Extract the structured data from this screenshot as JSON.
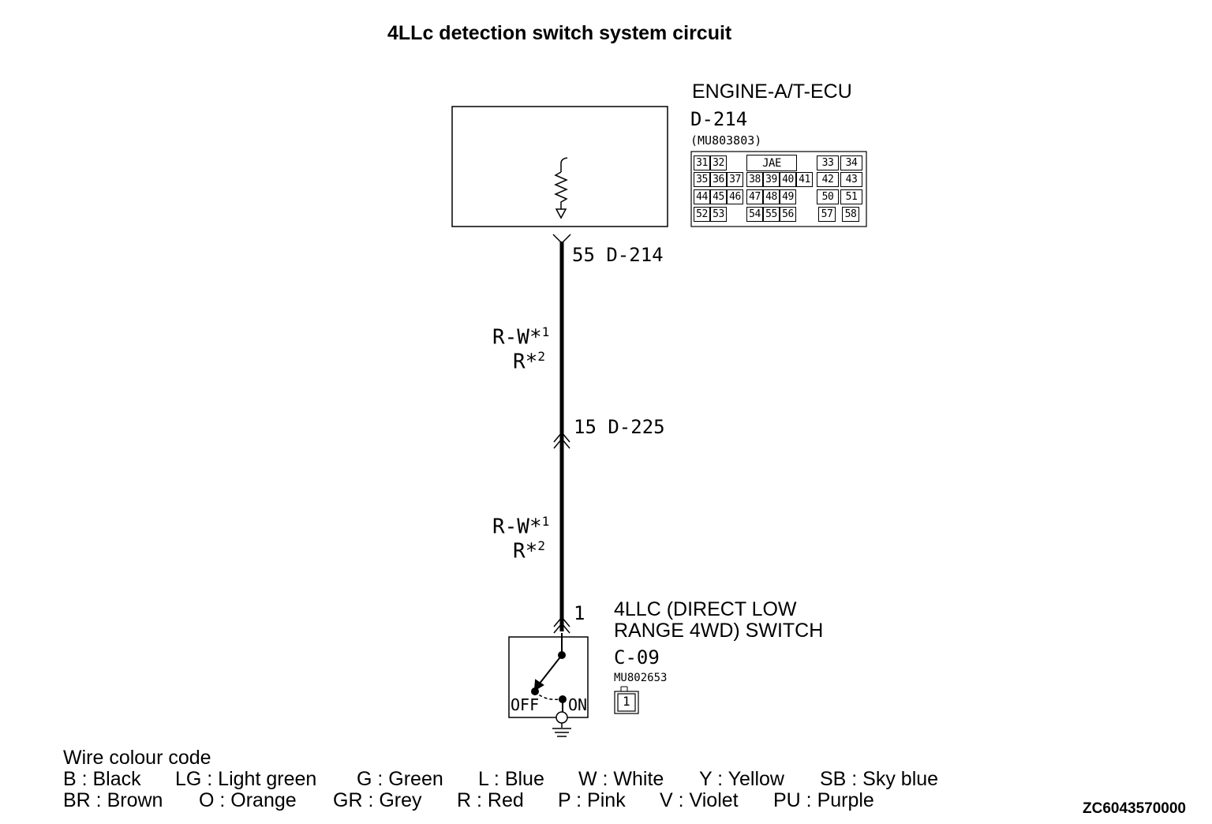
{
  "title": "4LLc detection switch system circuit",
  "ecu": {
    "name": "ENGINE-A/T-ECU",
    "connector": "D-214",
    "part_number": "(MU803803)",
    "maker": "JAE",
    "pins_row1": [
      "31",
      "32",
      "33",
      "34"
    ],
    "pins_row2": [
      "35",
      "36",
      "37",
      "38",
      "39",
      "40",
      "41",
      "42",
      "43"
    ],
    "pins_row3": [
      "44",
      "45",
      "46",
      "47",
      "48",
      "49",
      "50",
      "51"
    ],
    "pins_row4": [
      "52",
      "53",
      "54",
      "55",
      "56",
      "57",
      "58"
    ]
  },
  "terminals": {
    "ecu_terminal": "55 D-214",
    "junction_terminal": "15 D-225",
    "switch_terminal": "1"
  },
  "wire_upper": {
    "line1": "R-W*",
    "sup1": "1",
    "line2": "R*",
    "sup2": "2"
  },
  "wire_lower": {
    "line1": "R-W*",
    "sup1": "1",
    "line2": "R*",
    "sup2": "2"
  },
  "switch": {
    "name_line1": "4LLC (DIRECT LOW",
    "name_line2": "RANGE 4WD) SWITCH",
    "connector": "C-09",
    "part_number": "MU802653",
    "pin": "1",
    "off_label": "OFF",
    "on_label": "ON"
  },
  "legend": {
    "heading": "Wire colour code",
    "row1": [
      "B : Black",
      "LG : Light green",
      "G : Green",
      "L : Blue",
      "W : White",
      "Y : Yellow",
      "SB : Sky blue"
    ],
    "row2": [
      "BR : Brown",
      "O : Orange",
      "GR : Grey",
      "R : Red",
      "P : Pink",
      "V : Violet",
      "PU : Purple"
    ]
  },
  "figure_code": "ZC6043570000"
}
